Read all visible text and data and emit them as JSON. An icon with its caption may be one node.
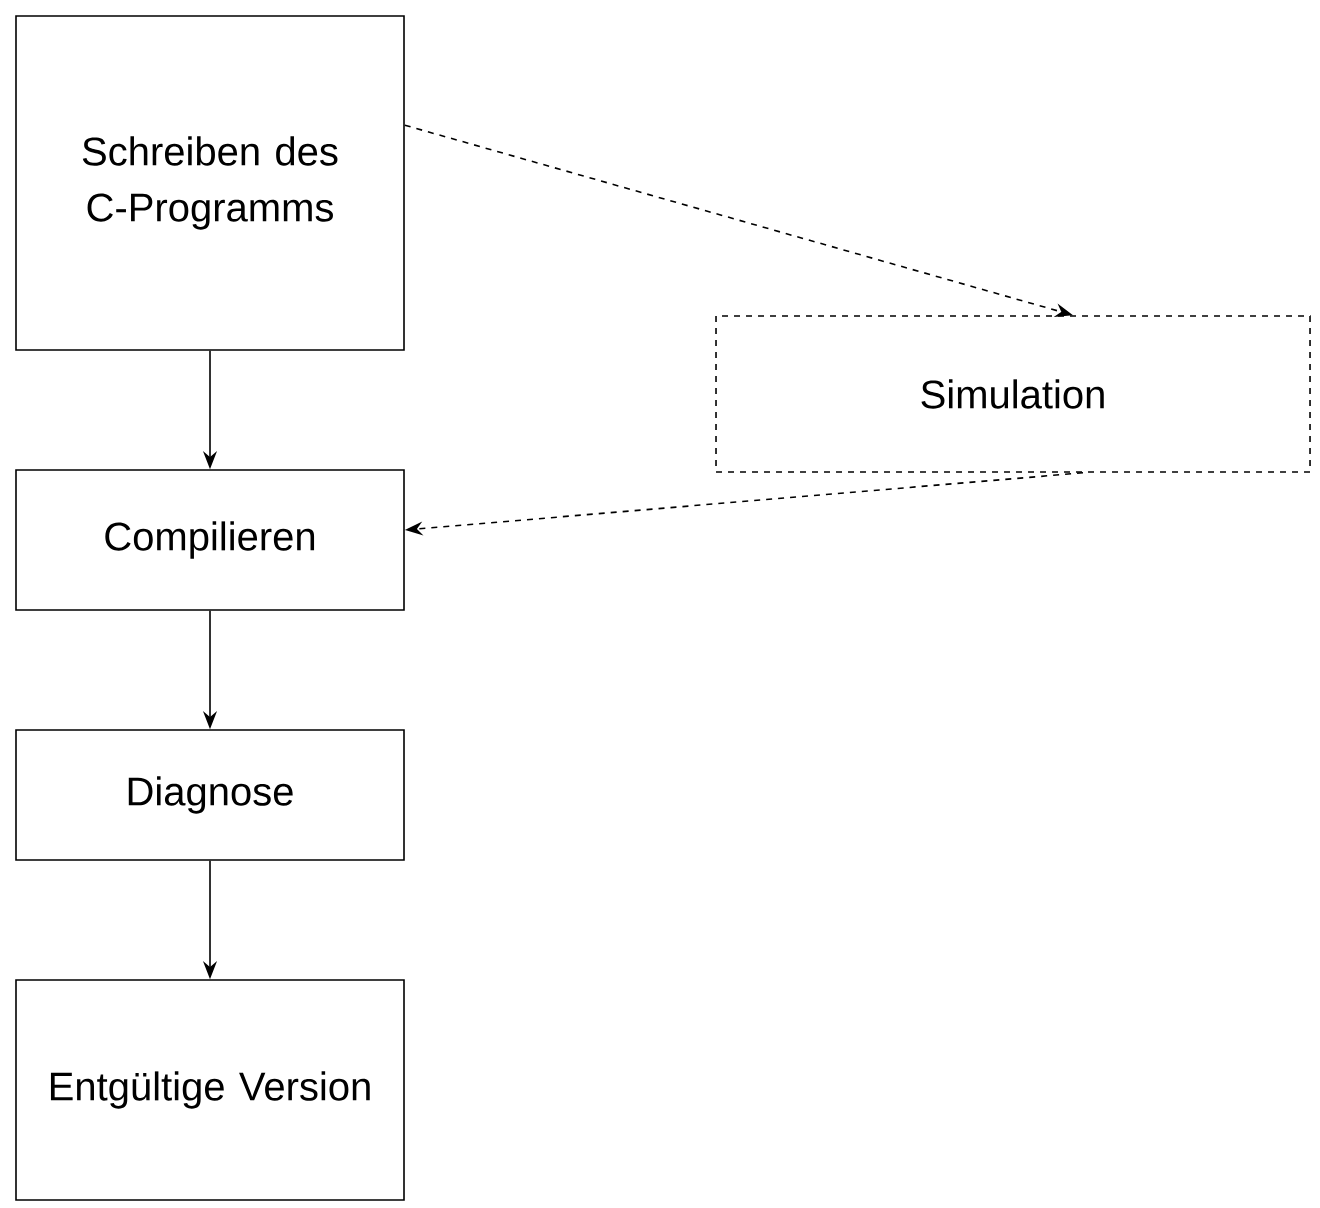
{
  "diagram": {
    "nodes": [
      {
        "text": [
          "Schreiben des C-Programms"
        ]
      },
      {
        "text": [
          "Compilieren"
        ]
      },
      {
        "text": [
          "Diagnose"
        ]
      },
      {
        "text": [
          "Entgültige Version"
        ]
      },
      {
        "text": [
          "Simulation"
        ]
      }
    ],
    "edges": [
      {
        "from": 0,
        "to": 1,
        "arrow": "to"
      },
      {
        "from": 1,
        "to": 2,
        "arrow": "to"
      },
      {
        "from": 2,
        "to": 3,
        "arrow": "to"
      },
      {
        "from": 0,
        "to": 4,
        "arrow": "to",
        "style": "dashed"
      },
      {
        "from": 4,
        "to": 1,
        "arrow": "to",
        "style": "dashed"
      }
    ]
  }
}
